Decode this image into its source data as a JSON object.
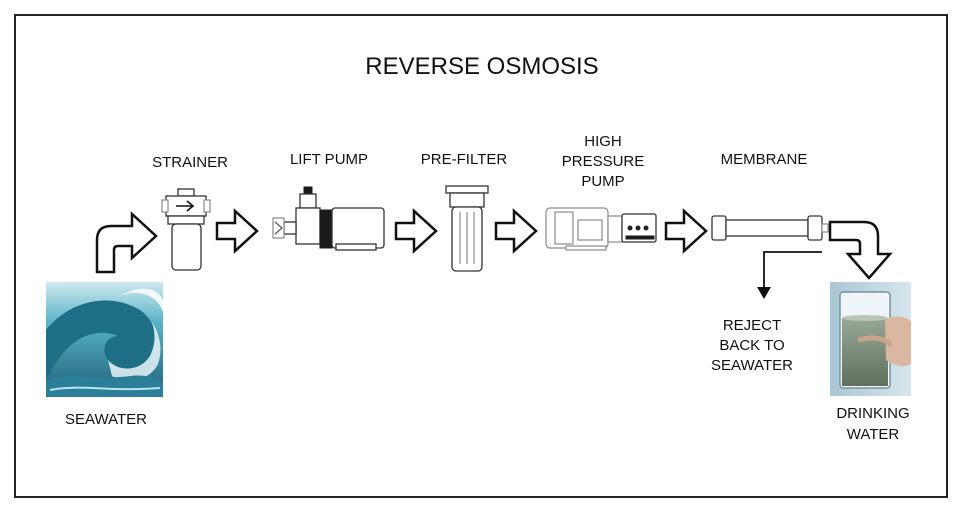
{
  "title": "REVERSE OSMOSIS",
  "stages": {
    "seawater": "SEAWATER",
    "strainer": "STRAINER",
    "lift_pump": "LIFT PUMP",
    "pre_filter": "PRE-FILTER",
    "high_pressure_pump": [
      "HIGH",
      "PRESSURE",
      "PUMP"
    ],
    "membrane": "MEMBRANE",
    "reject": [
      "REJECT",
      "BACK TO",
      "SEAWATER"
    ],
    "drinking_water": [
      "DRINKING",
      "WATER"
    ]
  },
  "colors": {
    "wave_deep": "#1d6f86",
    "wave_light": "#8fd0de",
    "foam": "#f2f8fa",
    "glass_bg": "#b9d3df",
    "water": "#7a8c78"
  }
}
